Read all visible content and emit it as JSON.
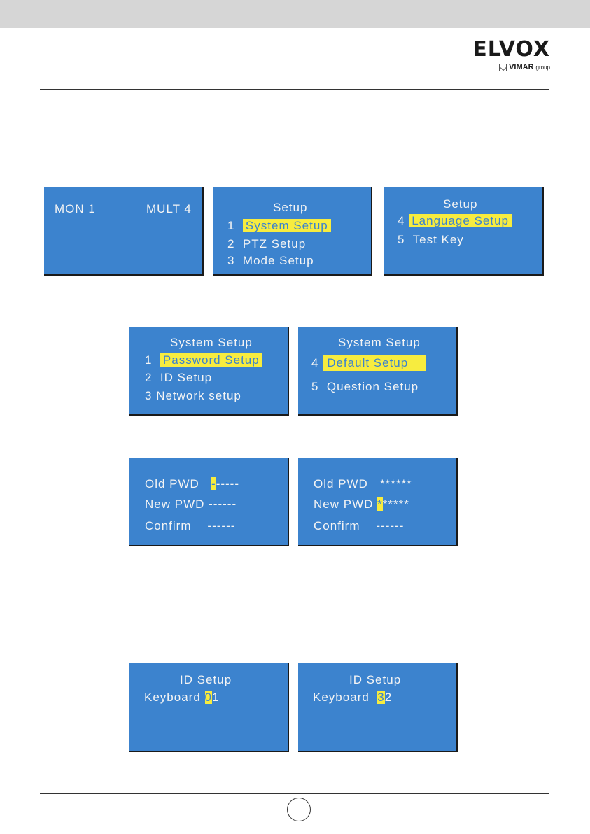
{
  "brand": {
    "name": "ELVOX",
    "sub_brand": "VIMAR",
    "sub_suffix": "group"
  },
  "screens": {
    "mon": {
      "label": "MON 1",
      "mode": "MULT 4"
    },
    "setup1": {
      "title": "Setup",
      "items": [
        {
          "num": "1",
          "label": "System Setup"
        },
        {
          "num": "2",
          "label": "PTZ Setup"
        },
        {
          "num": "3",
          "label": "Mode Setup"
        }
      ]
    },
    "setup2": {
      "title": "Setup",
      "items": [
        {
          "num": "4",
          "label": "Language Setup"
        },
        {
          "num": "5",
          "label": "Test Key"
        }
      ]
    },
    "sys1": {
      "title": "System Setup",
      "items": [
        {
          "num": "1",
          "label": "Password Setup"
        },
        {
          "num": "2",
          "label": "ID Setup"
        },
        {
          "num": "3",
          "label": "Network setup"
        }
      ]
    },
    "sys2": {
      "title": "System Setup",
      "items": [
        {
          "num": "4",
          "label": "Default Setup"
        },
        {
          "num": "5",
          "label": "Question Setup"
        }
      ]
    },
    "pwd1": {
      "old_label": "Old PWD",
      "old_cursor": "-",
      "old_rest": "-----",
      "new_label": "New PWD",
      "new_value": "------",
      "confirm_label": "Confirm",
      "confirm_value": "------"
    },
    "pwd2": {
      "old_label": "Old PWD",
      "old_value": "******",
      "new_label": "New PWD",
      "new_cursor": "*",
      "new_rest": "*****",
      "confirm_label": "Confirm",
      "confirm_value": "------"
    },
    "id1": {
      "title": "ID Setup",
      "label": "Keyboard",
      "cursor": "0",
      "rest": "1"
    },
    "id2": {
      "title": "ID Setup",
      "label": "Keyboard",
      "cursor": "3",
      "rest": "2"
    }
  }
}
